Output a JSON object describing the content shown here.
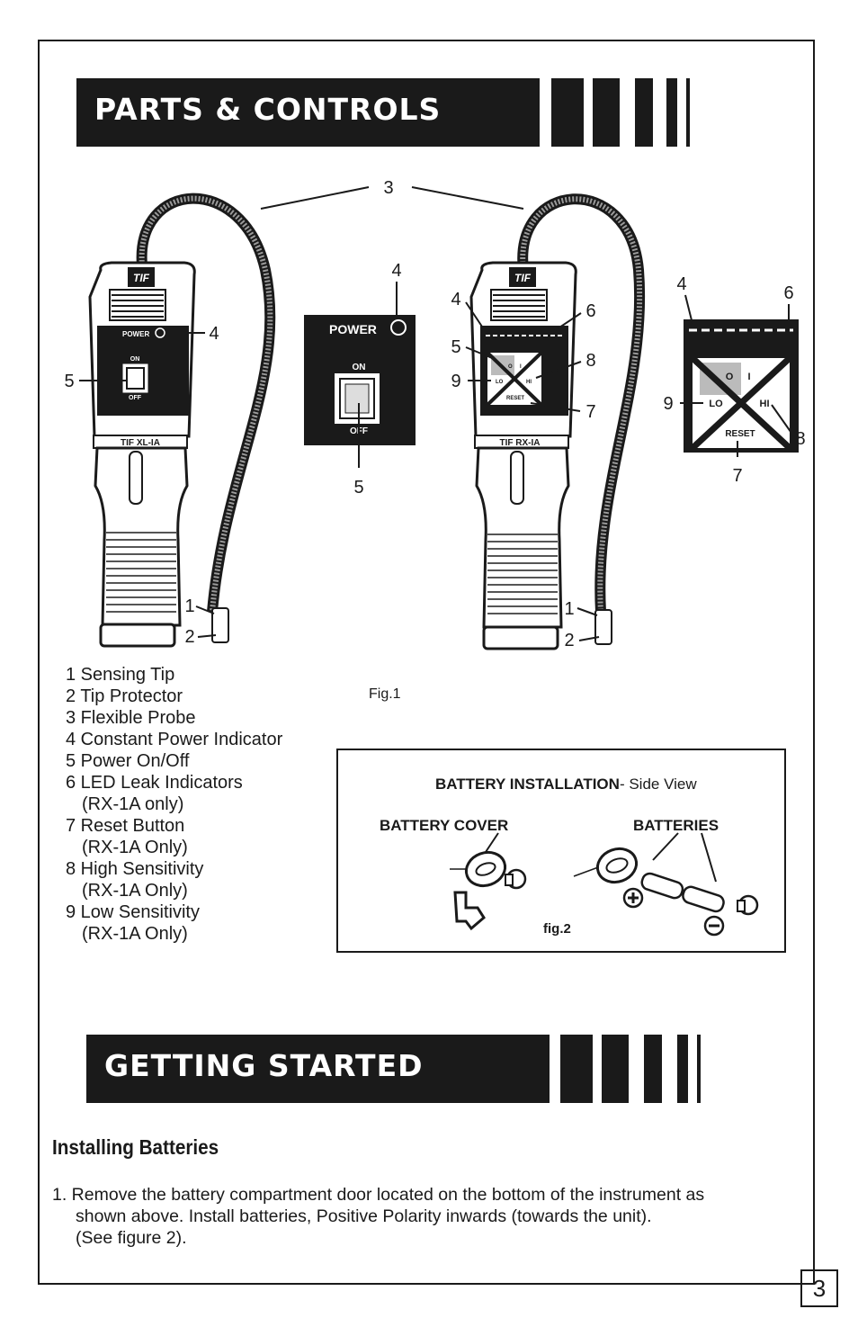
{
  "sections": {
    "parts_title": "PARTS & CONTROLS",
    "getting_started_title": "GETTING STARTED"
  },
  "figure1": {
    "caption": "Fig.1",
    "device_left": {
      "brand": "TIF",
      "model": "TIF XL-IA",
      "power_label": "POWER",
      "switch_on": "ON",
      "switch_off": "OFF"
    },
    "power_panel": {
      "power_label": "POWER",
      "switch_on": "ON",
      "switch_off": "OFF"
    },
    "device_right": {
      "brand": "TIF",
      "model": "TIF RX-IA",
      "zero": "O",
      "one": "I",
      "lo": "LO",
      "hi": "HI",
      "reset": "RESET"
    },
    "control_panel": {
      "zero": "O",
      "one": "I",
      "lo": "LO",
      "hi": "HI",
      "reset": "RESET"
    },
    "callouts": {
      "n1": "1",
      "n2": "2",
      "n3": "3",
      "n4": "4",
      "n5": "5",
      "n6": "6",
      "n7": "7",
      "n8": "8",
      "n9": "9"
    }
  },
  "legend": [
    {
      "text": "1 Sensing Tip"
    },
    {
      "text": "2 Tip Protector"
    },
    {
      "text": "3 Flexible Probe"
    },
    {
      "text": "4 Constant Power Indicator"
    },
    {
      "text": "5 Power On/Off"
    },
    {
      "text": "6 LED Leak Indicators",
      "sub": "(RX-1A only)"
    },
    {
      "text": "7 Reset Button",
      "sub": "(RX-1A Only)"
    },
    {
      "text": "8 High Sensitivity",
      "sub": "(RX-1A Only)"
    },
    {
      "text": "9 Low Sensitivity",
      "sub": "(RX-1A Only)"
    }
  ],
  "battery_figure": {
    "title_bold": "BATTERY INSTALLATION",
    "title_rest": "- Side View",
    "cover_label": "BATTERY COVER",
    "batteries_label": "BATTERIES",
    "caption": "fig.2"
  },
  "installing": {
    "heading": "Installing Batteries",
    "line1": "1. Remove the battery compartment door located on the bottom of the instrument as",
    "line2": "shown above.  Install batteries, Positive Polarity inwards (towards the unit).",
    "line3": "(See figure 2)."
  },
  "page_number": "3"
}
